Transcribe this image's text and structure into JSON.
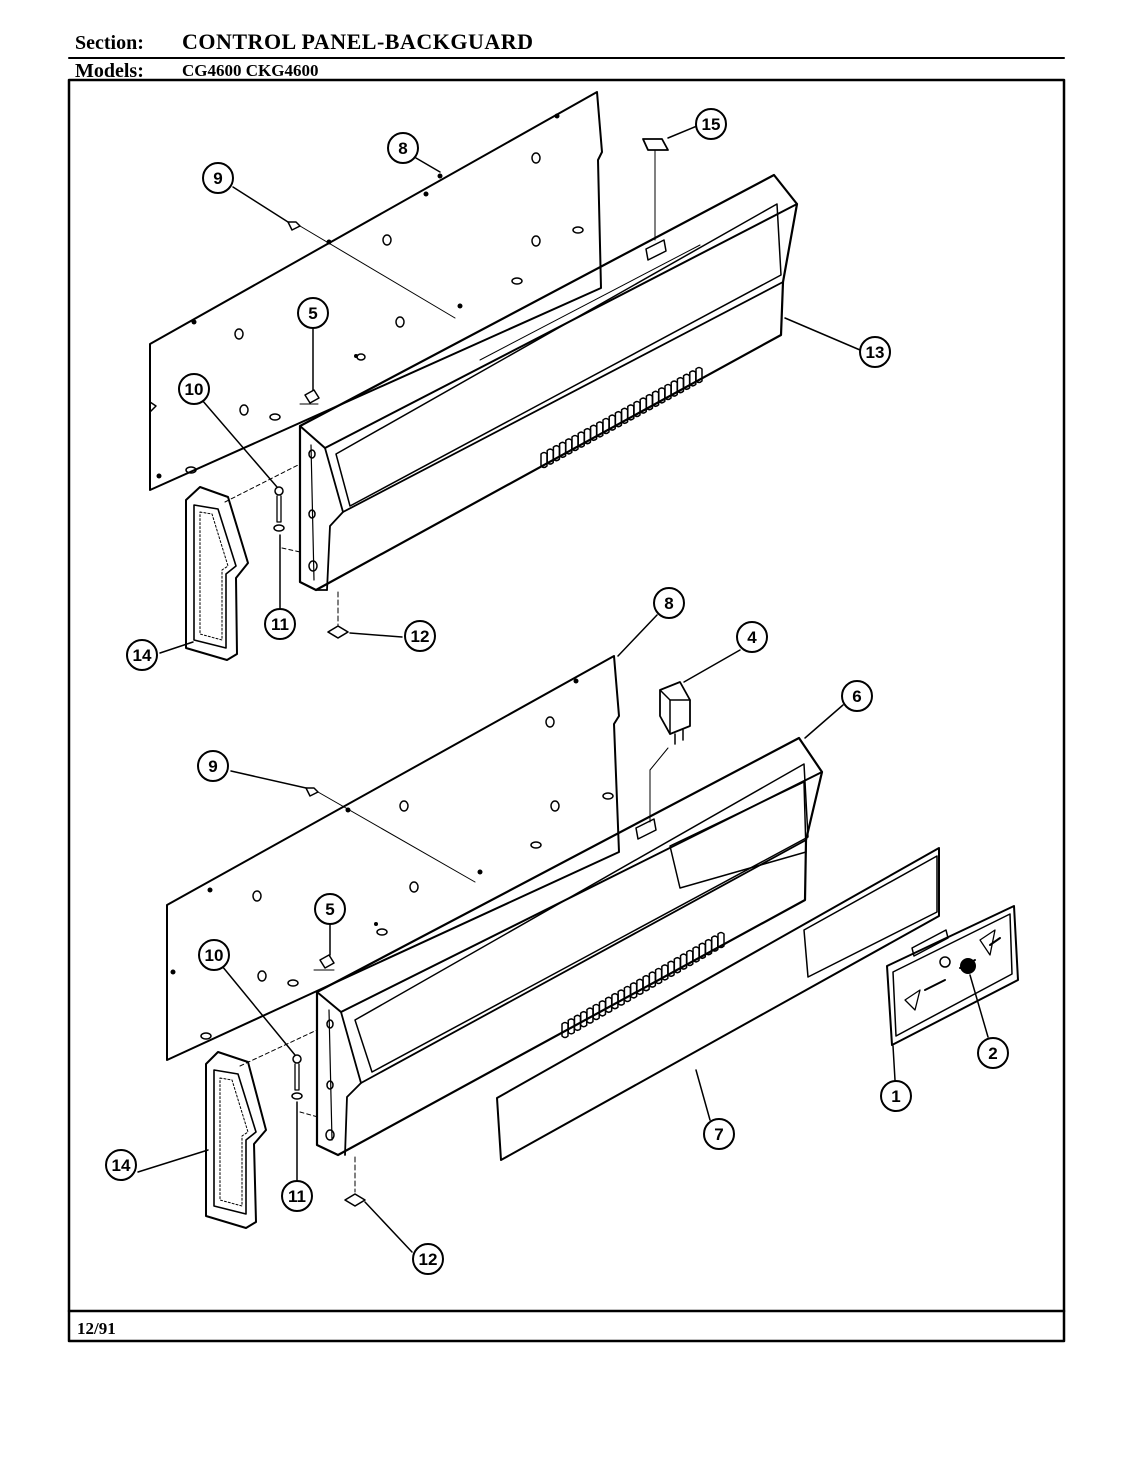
{
  "header": {
    "section_label": "Section:",
    "section_value": "CONTROL PANEL-BACKGUARD",
    "models_label": "Models:",
    "models_value": "CG4600  CKG4600"
  },
  "footer": {
    "date": "12/91"
  },
  "callouts": [
    {
      "id": "c8a",
      "label": "8"
    },
    {
      "id": "c9a",
      "label": "9"
    },
    {
      "id": "c15",
      "label": "15"
    },
    {
      "id": "c13",
      "label": "13"
    },
    {
      "id": "c5a",
      "label": "5"
    },
    {
      "id": "c10a",
      "label": "10"
    },
    {
      "id": "c11a",
      "label": "11"
    },
    {
      "id": "c12a",
      "label": "12"
    },
    {
      "id": "c14a",
      "label": "14"
    },
    {
      "id": "c8b",
      "label": "8"
    },
    {
      "id": "c4",
      "label": "4"
    },
    {
      "id": "c6",
      "label": "6"
    },
    {
      "id": "c9b",
      "label": "9"
    },
    {
      "id": "c5b",
      "label": "5"
    },
    {
      "id": "c10b",
      "label": "10"
    },
    {
      "id": "c2",
      "label": "2"
    },
    {
      "id": "c1",
      "label": "1"
    },
    {
      "id": "c7",
      "label": "7"
    },
    {
      "id": "c14b",
      "label": "14"
    },
    {
      "id": "c11b",
      "label": "11"
    },
    {
      "id": "c12b",
      "label": "12"
    }
  ]
}
